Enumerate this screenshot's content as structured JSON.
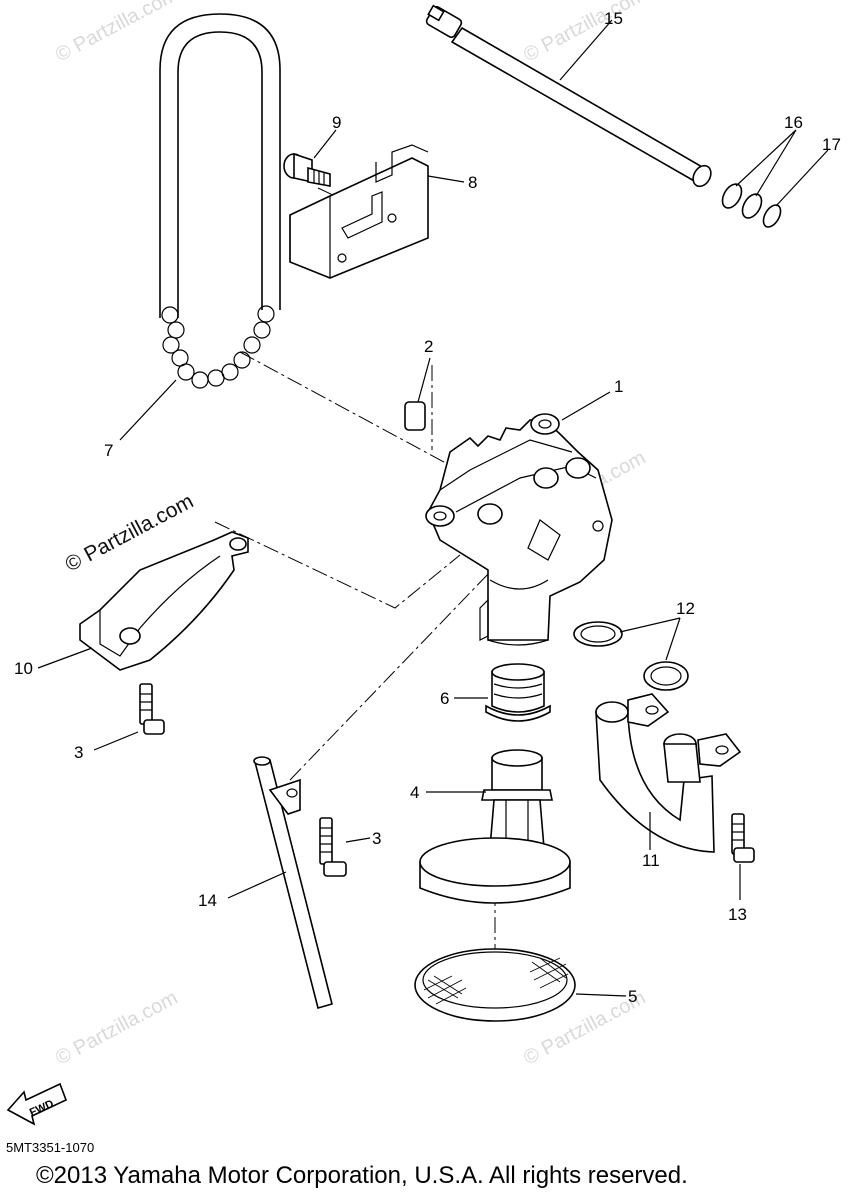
{
  "diagram": {
    "callouts": [
      {
        "id": "c1",
        "label": "1"
      },
      {
        "id": "c2",
        "label": "2"
      },
      {
        "id": "c3a",
        "label": "3"
      },
      {
        "id": "c3b",
        "label": "3"
      },
      {
        "id": "c4",
        "label": "4"
      },
      {
        "id": "c5",
        "label": "5"
      },
      {
        "id": "c6",
        "label": "6"
      },
      {
        "id": "c7",
        "label": "7"
      },
      {
        "id": "c8",
        "label": "8"
      },
      {
        "id": "c9",
        "label": "9"
      },
      {
        "id": "c10",
        "label": "10"
      },
      {
        "id": "c11",
        "label": "11"
      },
      {
        "id": "c12",
        "label": "12"
      },
      {
        "id": "c13",
        "label": "13"
      },
      {
        "id": "c14",
        "label": "14"
      },
      {
        "id": "c15",
        "label": "15"
      },
      {
        "id": "c16",
        "label": "16"
      },
      {
        "id": "c17",
        "label": "17"
      }
    ],
    "direction_label": "FWD",
    "watermark_text": "© Partzilla.com",
    "watermark_text_dark": "© Partzilla.com",
    "diagram_code": "5MT3351-1070",
    "copyright": "©2013 Yamaha Motor Corporation, U.S.A. All rights reserved."
  }
}
